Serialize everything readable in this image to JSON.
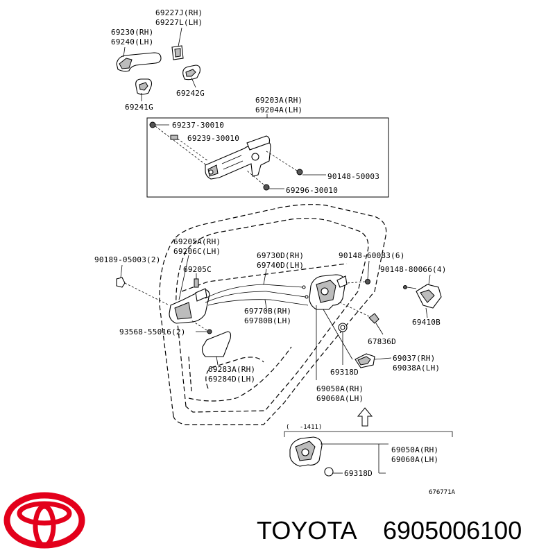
{
  "labels": {
    "p69227": "69227J(RH)",
    "p69227b": "69227L(LH)",
    "p69230": "69230(RH)",
    "p69240": "69240(LH)",
    "p69242": "69242G",
    "p69241": "69241G",
    "p69203": "69203A(RH)",
    "p69204": "69204A(LH)",
    "p69237": "69237-30010",
    "p69239": "69239-30010",
    "p90148a": "90148-50003",
    "p69296": "69296-30010",
    "p69205a": "69205A(RH)",
    "p69206": "69206C(LH)",
    "p90189": "90189-05003(2)",
    "p69205c": "69205C",
    "p69730": "69730D(RH)",
    "p69740": "69740D(LH)",
    "p90148b": "90148-60083(6)",
    "p90148c": "90148-80066(4)",
    "p69770": "69770B(RH)",
    "p69780": "69780B(LH)",
    "p69410": "69410B",
    "p93568": "93568-55016(2)",
    "p67836": "67836D",
    "p69283": "69283A(RH)",
    "p69284": "69284D(LH)",
    "p69318": "69318D",
    "p69037": "69037(RH)",
    "p69038": "69038A(LH)",
    "p69050": "69050A(RH)",
    "p69060": "69060A(LH)",
    "p69050b": "69050A(RH)",
    "p69060b": "69060A(LH)",
    "p69318b": "69318D",
    "range": "(　 -1411)",
    "code": "676771A"
  },
  "brand": {
    "name": "TOYOTA",
    "part_number": "6905006100",
    "logo_color": "#e3001b"
  }
}
